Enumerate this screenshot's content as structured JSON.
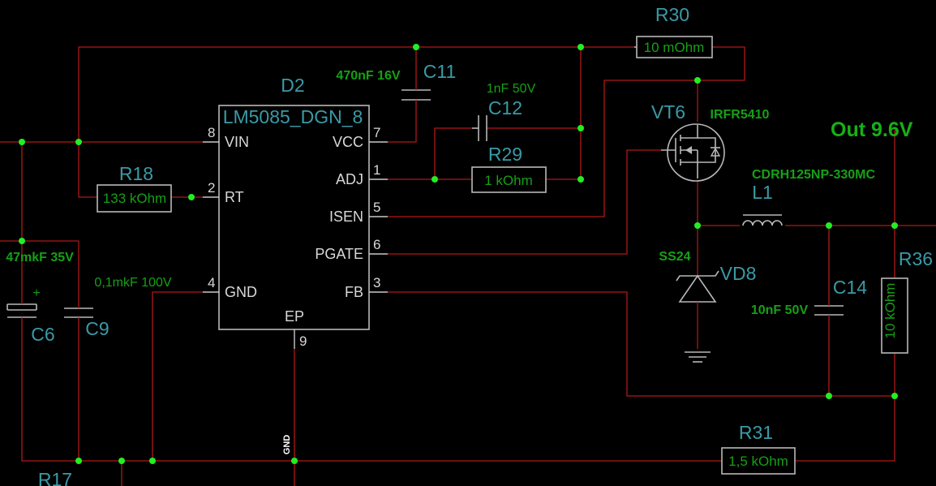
{
  "ic": {
    "ref": "D2",
    "name": "LM5085_DGN_8",
    "pins": [
      {
        "num": "8",
        "name": "VIN"
      },
      {
        "num": "2",
        "name": "RT"
      },
      {
        "num": "4",
        "name": "GND"
      },
      {
        "num": "7",
        "name": "VCC"
      },
      {
        "num": "1",
        "name": "ADJ"
      },
      {
        "num": "5",
        "name": "ISEN"
      },
      {
        "num": "6",
        "name": "PGATE"
      },
      {
        "num": "3",
        "name": "FB"
      },
      {
        "num": "9",
        "name": "EP"
      }
    ]
  },
  "resistors": {
    "r30": {
      "ref": "R30",
      "value": "10 mOhm"
    },
    "r29": {
      "ref": "R29",
      "value": "1 kOhm"
    },
    "r18": {
      "ref": "R18",
      "value": "133 kOhm"
    },
    "r36": {
      "ref": "R36",
      "value": "10 kOhm"
    },
    "r31": {
      "ref": "R31",
      "value": "1,5 kOhm"
    },
    "r17": {
      "ref": "R17"
    }
  },
  "capacitors": {
    "c11": {
      "ref": "C11",
      "value": "470nF 16V"
    },
    "c12": {
      "ref": "C12",
      "value": "1nF 50V"
    },
    "c6": {
      "ref": "C6",
      "value": "47mkF 35V"
    },
    "c9": {
      "ref": "C9",
      "value": "0,1mkF 100V"
    },
    "c14": {
      "ref": "C14",
      "value": "10nF 50V"
    }
  },
  "transistor": {
    "ref": "VT6",
    "value": "IRFR5410"
  },
  "inductor": {
    "ref": "L1",
    "value": "CDRH125NP-330MC"
  },
  "diode": {
    "ref": "VD8",
    "value": "SS24"
  },
  "net_label": "GND",
  "output_label": "Out 9.6V",
  "colors": {
    "background": "#000000",
    "wire": "#b01818",
    "junction": "#22ee22",
    "reference": "#3a9aa6",
    "value": "#16a016",
    "component_body": "#b8b8b8"
  }
}
